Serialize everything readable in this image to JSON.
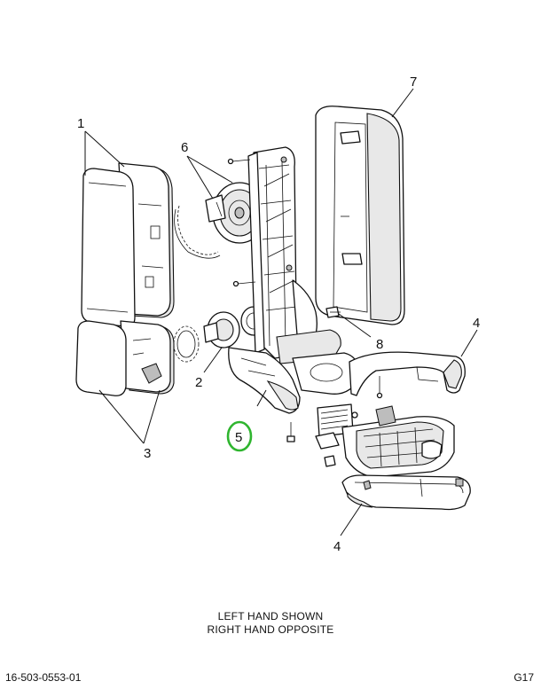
{
  "callouts": {
    "c1": "1",
    "c2": "2",
    "c3": "3",
    "c4_top": "4",
    "c4_bottom": "4",
    "c5": "5",
    "c6": "6",
    "c7": "7",
    "c8": "8"
  },
  "caption": {
    "line1": "LEFT HAND SHOWN",
    "line2": "RIGHT HAND OPPOSITE"
  },
  "footer": {
    "part_number": "16-503-0553-01",
    "page_code": "G17"
  },
  "colors": {
    "highlight_ring": "#2fb52f",
    "line": "#111111"
  }
}
